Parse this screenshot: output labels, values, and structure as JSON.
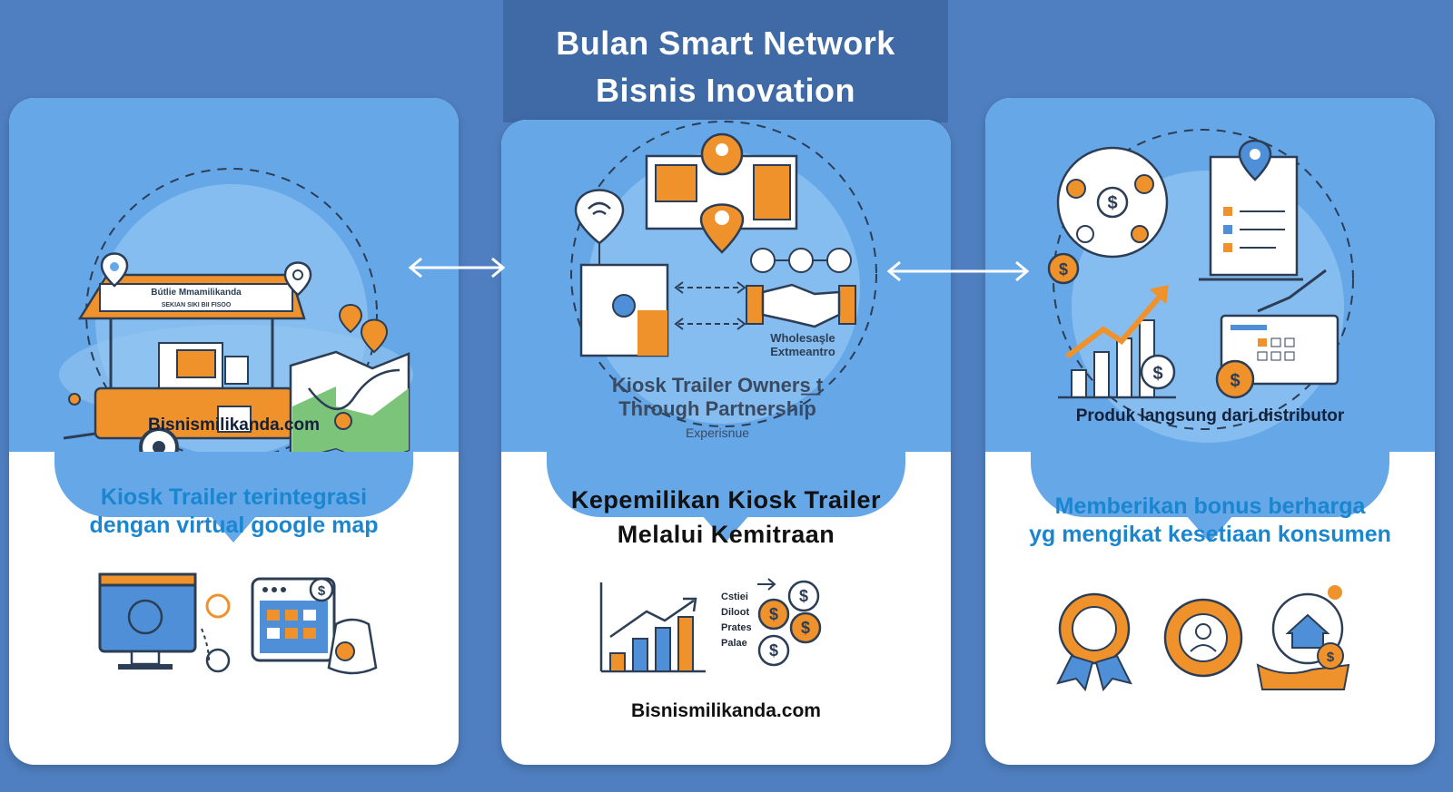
{
  "header": {
    "title_line1": "Bulan Smart Network",
    "title_line2": "Bisnis Inovation"
  },
  "cards": [
    {
      "sign_line1": "Bútlie Mmamilikanda",
      "sign_line2": "SEKIAN SIKI BII FISOO",
      "site_label": "Bisnismilikanda.com",
      "caption_line1": "Kiosk Trailer terintegrasi",
      "caption_line2": "dengan virtual google map"
    },
    {
      "wholesale_line1": "Wholesaşle",
      "wholesale_line2": "Extmeantro",
      "illus_line1": "Kiosk Trailer Owners͟ t",
      "illus_line2": "Through Partnership",
      "illus_line3": "Experisnue",
      "caption_line1": "Kepemilikan Kiosk Trailer",
      "caption_line2": "Melalui Kemitraan",
      "mini_labels": [
        "Cstiei",
        "Diloot",
        "Prates",
        "Palae"
      ],
      "site_label": "Bisnismilikanda.com"
    },
    {
      "top_label": "Produk langsung dari distributor",
      "caption_line1": "Memberikan bonus berharga",
      "caption_line2": "yg mengikat kesetiaan konsumen"
    }
  ],
  "colors": {
    "background": "#4f7fc0",
    "header_band": "#3f6aa5",
    "card_top": "#66a7e8",
    "accent_orange": "#f0922b",
    "caption_blue": "#1a86cf",
    "outline": "#2c3e55"
  },
  "icons": [
    "map-pin-icon",
    "kiosk-trailer-icon",
    "map-icon",
    "handshake-icon",
    "dollar-icon",
    "growth-chart-icon",
    "badge-icon",
    "document-icon"
  ]
}
